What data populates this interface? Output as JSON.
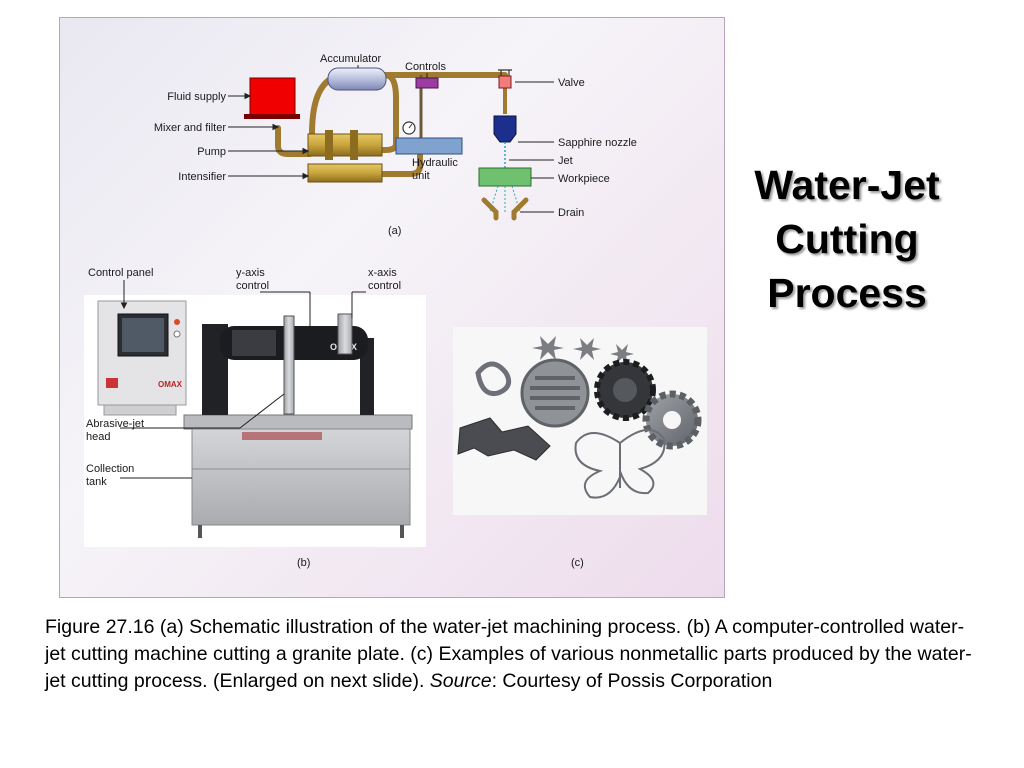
{
  "slide": {
    "title": "Water-Jet Cutting Process"
  },
  "panel_a": {
    "tag": "(a)",
    "labels": {
      "fluid_supply": "Fluid supply",
      "mixer_filter": "Mixer and filter",
      "pump": "Pump",
      "intensifier": "Intensifier",
      "accumulator": "Accumulator",
      "controls": "Controls",
      "valve": "Valve",
      "hydraulic_line1": "Hydraulic",
      "hydraulic_line2": "unit",
      "sapphire_nozzle": "Sapphire nozzle",
      "jet": "Jet",
      "workpiece": "Workpiece",
      "drain": "Drain"
    }
  },
  "panel_b": {
    "tag": "(b)",
    "labels": {
      "control_panel": "Control panel",
      "y_axis_line1": "y-axis",
      "y_axis_line2": "control",
      "x_axis_line1": "x-axis",
      "x_axis_line2": "control",
      "abrasive_line1": "Abrasive-jet",
      "abrasive_line2": "head",
      "collection_line1": "Collection",
      "collection_line2": "tank",
      "machine_brand": "OMAX"
    }
  },
  "panel_c": {
    "tag": "(c)"
  },
  "caption": {
    "main": "Figure 27.16  (a)  Schematic illustration of the water-jet machining process.  (b)  A computer-controlled water-jet cutting machine cutting a granite plate.  (c)  Examples of various nonmetallic parts produced by the water-jet cutting process. (Enlarged on next slide).  ",
    "source_label": "Source",
    "source_text": ":  Courtesy of Possis Corporation"
  },
  "colors": {
    "fluid_supply": "#f00000",
    "pump_brass": "#c8a43c",
    "hydraulic_unit": "#7fa2cf",
    "controls": "#9b3ca0",
    "nozzle": "#1d2f8c",
    "workpiece": "#6fc06f",
    "pipe": "#a07a2e",
    "title_shadow": "#9a9a9a"
  }
}
